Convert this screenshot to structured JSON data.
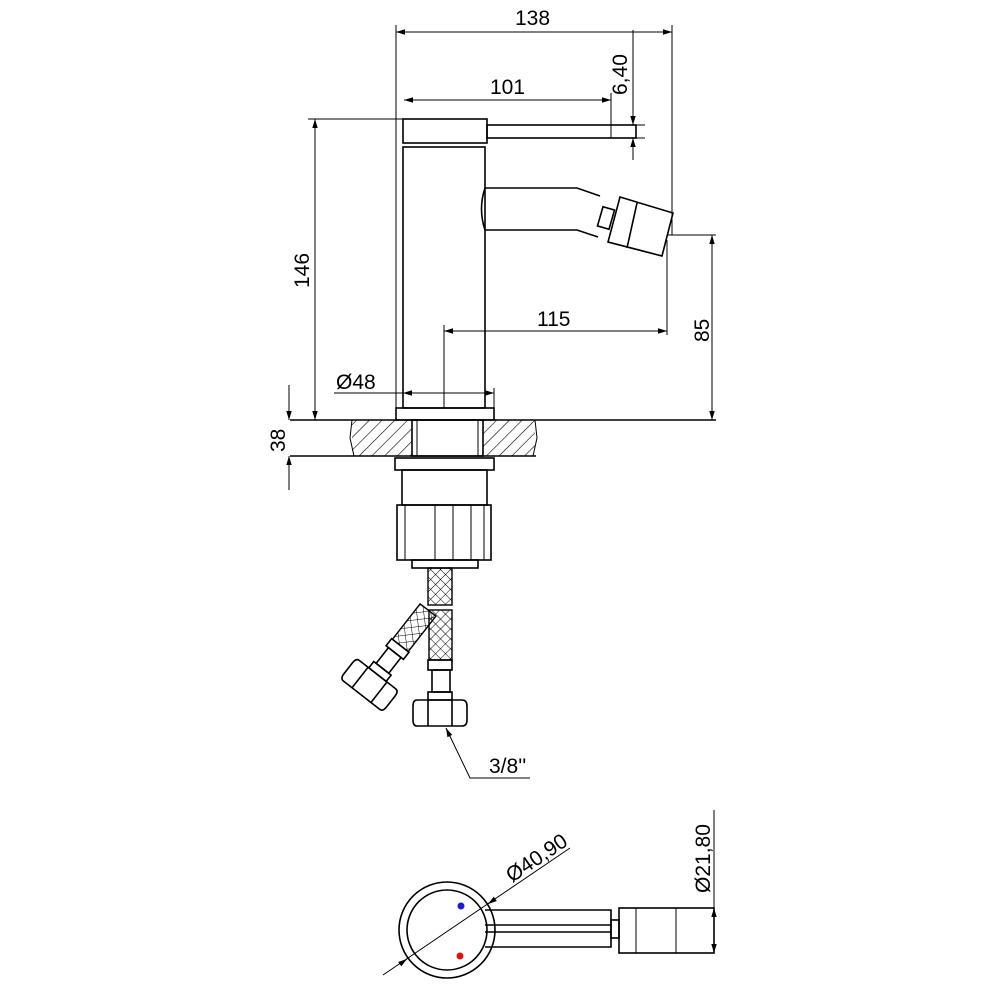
{
  "drawing": {
    "title": "Bidet mixer dimensional drawing",
    "dimensions": {
      "overall_width": "138",
      "lever_length": "101",
      "lever_thickness": "6,40",
      "height": "146",
      "spout_reach": "115",
      "spout_outlet_height": "85",
      "base_diameter": "Ø48",
      "counter_thickness": "38",
      "hose_thread": "3/8''",
      "handle_diameter": "Ø40,90",
      "nozzle_diameter": "Ø21,80"
    },
    "colors": {
      "line": "#000000",
      "cold_indicator": "#1a1adc",
      "hot_indicator": "#e01010"
    }
  }
}
